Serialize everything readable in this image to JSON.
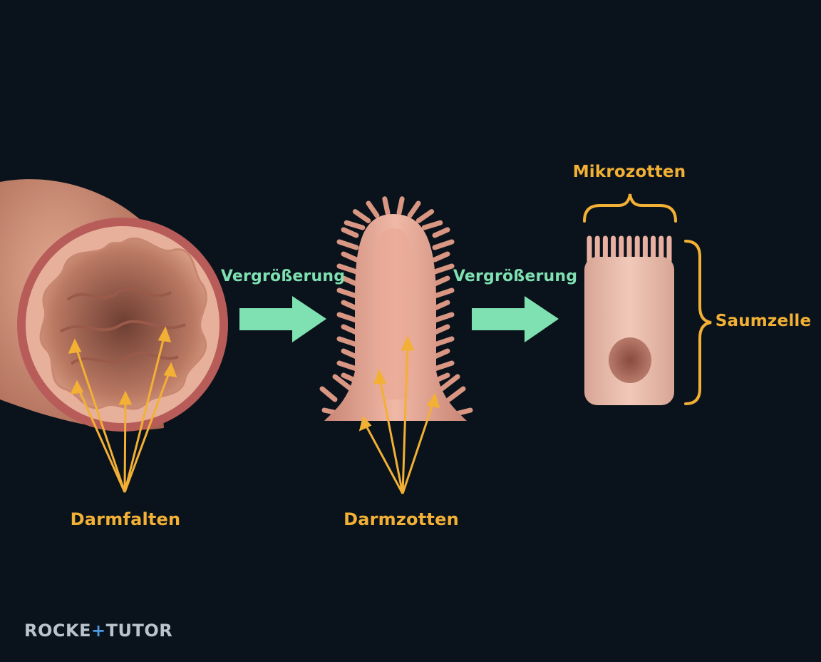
{
  "labels": {
    "darmfalten": "Darmfalten",
    "darmzotten": "Darmzotten",
    "mikrozotten": "Mikrozotten",
    "saumzelle": "Saumzelle",
    "arrow1": "Vergrößerung",
    "arrow2": "Vergrößerung"
  },
  "logo": {
    "left": "ROCKE",
    "plus": "+",
    "right": "TUTOR"
  },
  "colors": {
    "background": "#0a131b",
    "label_orange": "#f2b035",
    "arrow_green": "#7fe0b2",
    "tissue": "#d89a84"
  }
}
